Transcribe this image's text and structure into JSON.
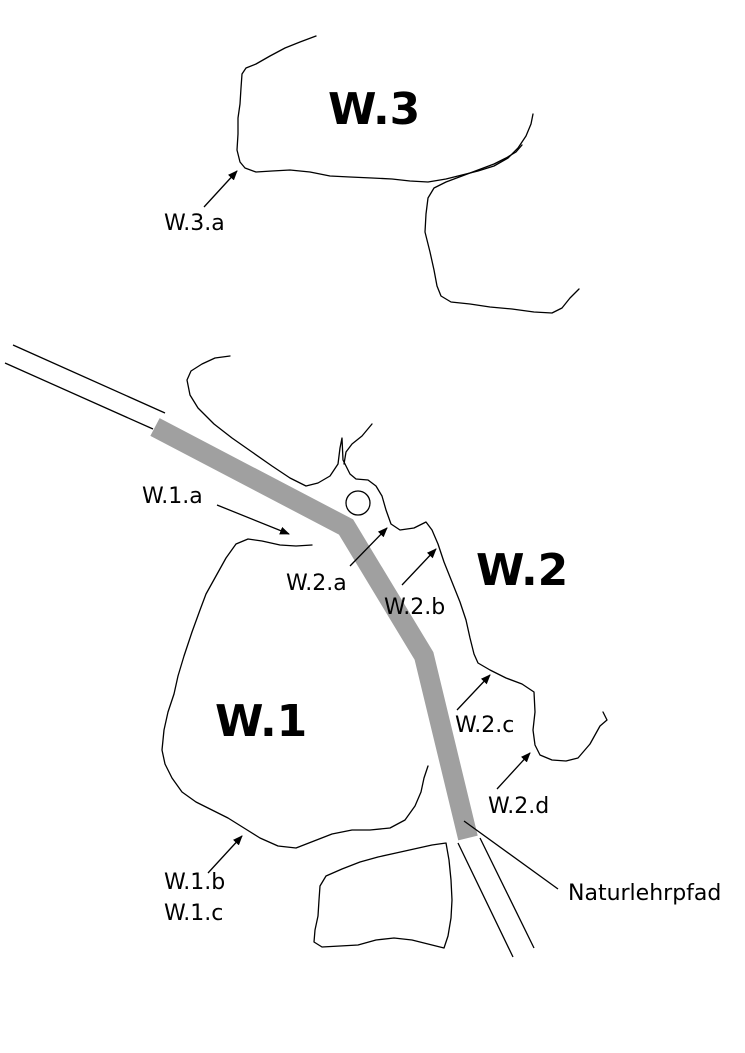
{
  "areas": {
    "w3": "W.3",
    "w2": "W.2",
    "w1": "W.1"
  },
  "markers": {
    "w3a": "W.3.a",
    "w1a": "W.1.a",
    "w2a": "W.2.a",
    "w2b": "W.2.b",
    "w2c": "W.2.c",
    "w2d": "W.2.d",
    "w1b": "W.1.b",
    "w1c": "W.1.c"
  },
  "trail": {
    "label": "Naturlehrpfad",
    "color": "#a0a0a0"
  },
  "ink_color": "#000000",
  "background_color": "#ffffff"
}
